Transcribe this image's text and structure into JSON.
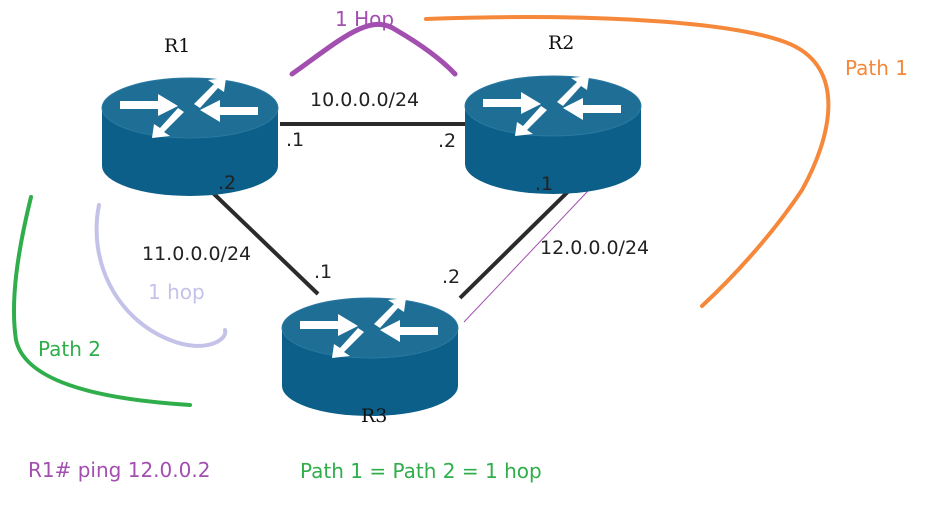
{
  "routers": [
    {
      "name": "R1"
    },
    {
      "name": "R2"
    },
    {
      "name": "R3"
    }
  ],
  "links": [
    {
      "network": "10.0.0.0/24",
      "end_a": ".1",
      "end_b": ".2"
    },
    {
      "network": "11.0.0.0/24",
      "end_a": ".2",
      "end_b": ".1"
    },
    {
      "network": "12.0.0.0/24",
      "end_a": ".1",
      "end_b": ".2"
    }
  ],
  "annotations": {
    "hop_top": "1 Hop",
    "path1": "Path 1",
    "path2": "Path 2",
    "hop_left": "1 hop",
    "command": "R1# ping 12.0.0.2",
    "summary": "Path 1 = Path 2 = 1 hop"
  },
  "colors": {
    "router_top": "#1f6e96",
    "router_body": "#0c5f88",
    "purple": "#a24fb0",
    "orange": "#f5883a",
    "green": "#2fae4b",
    "lilac": "#c4c2e8"
  }
}
